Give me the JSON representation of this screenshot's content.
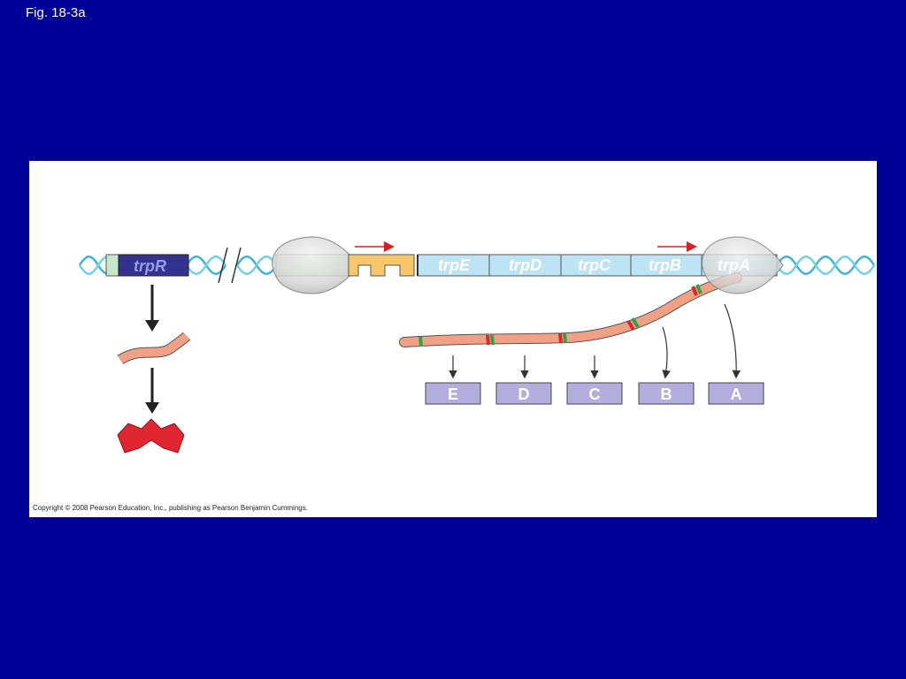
{
  "figure": {
    "label": "Fig. 18-3a"
  },
  "copyright": "Copyright © 2008 Pearson Education, Inc., publishing as Pearson Benjamin Cummings.",
  "genes": {
    "regulator": "trpR",
    "operon": [
      "trpE",
      "trpD",
      "trpC",
      "trpB",
      "trpA"
    ]
  },
  "polypeptides": [
    "E",
    "D",
    "C",
    "B",
    "A"
  ],
  "colors": {
    "background": "#000099",
    "dna": "#3bb4dc",
    "regulator_gene": "#33338f",
    "operon_genes": "#bde4f5",
    "operator": "#f9c66a",
    "mrna": "#f0a185",
    "repressor": "#e02630",
    "polypeptide_box": "#b3aedd",
    "arrow_red": "#d82020"
  }
}
